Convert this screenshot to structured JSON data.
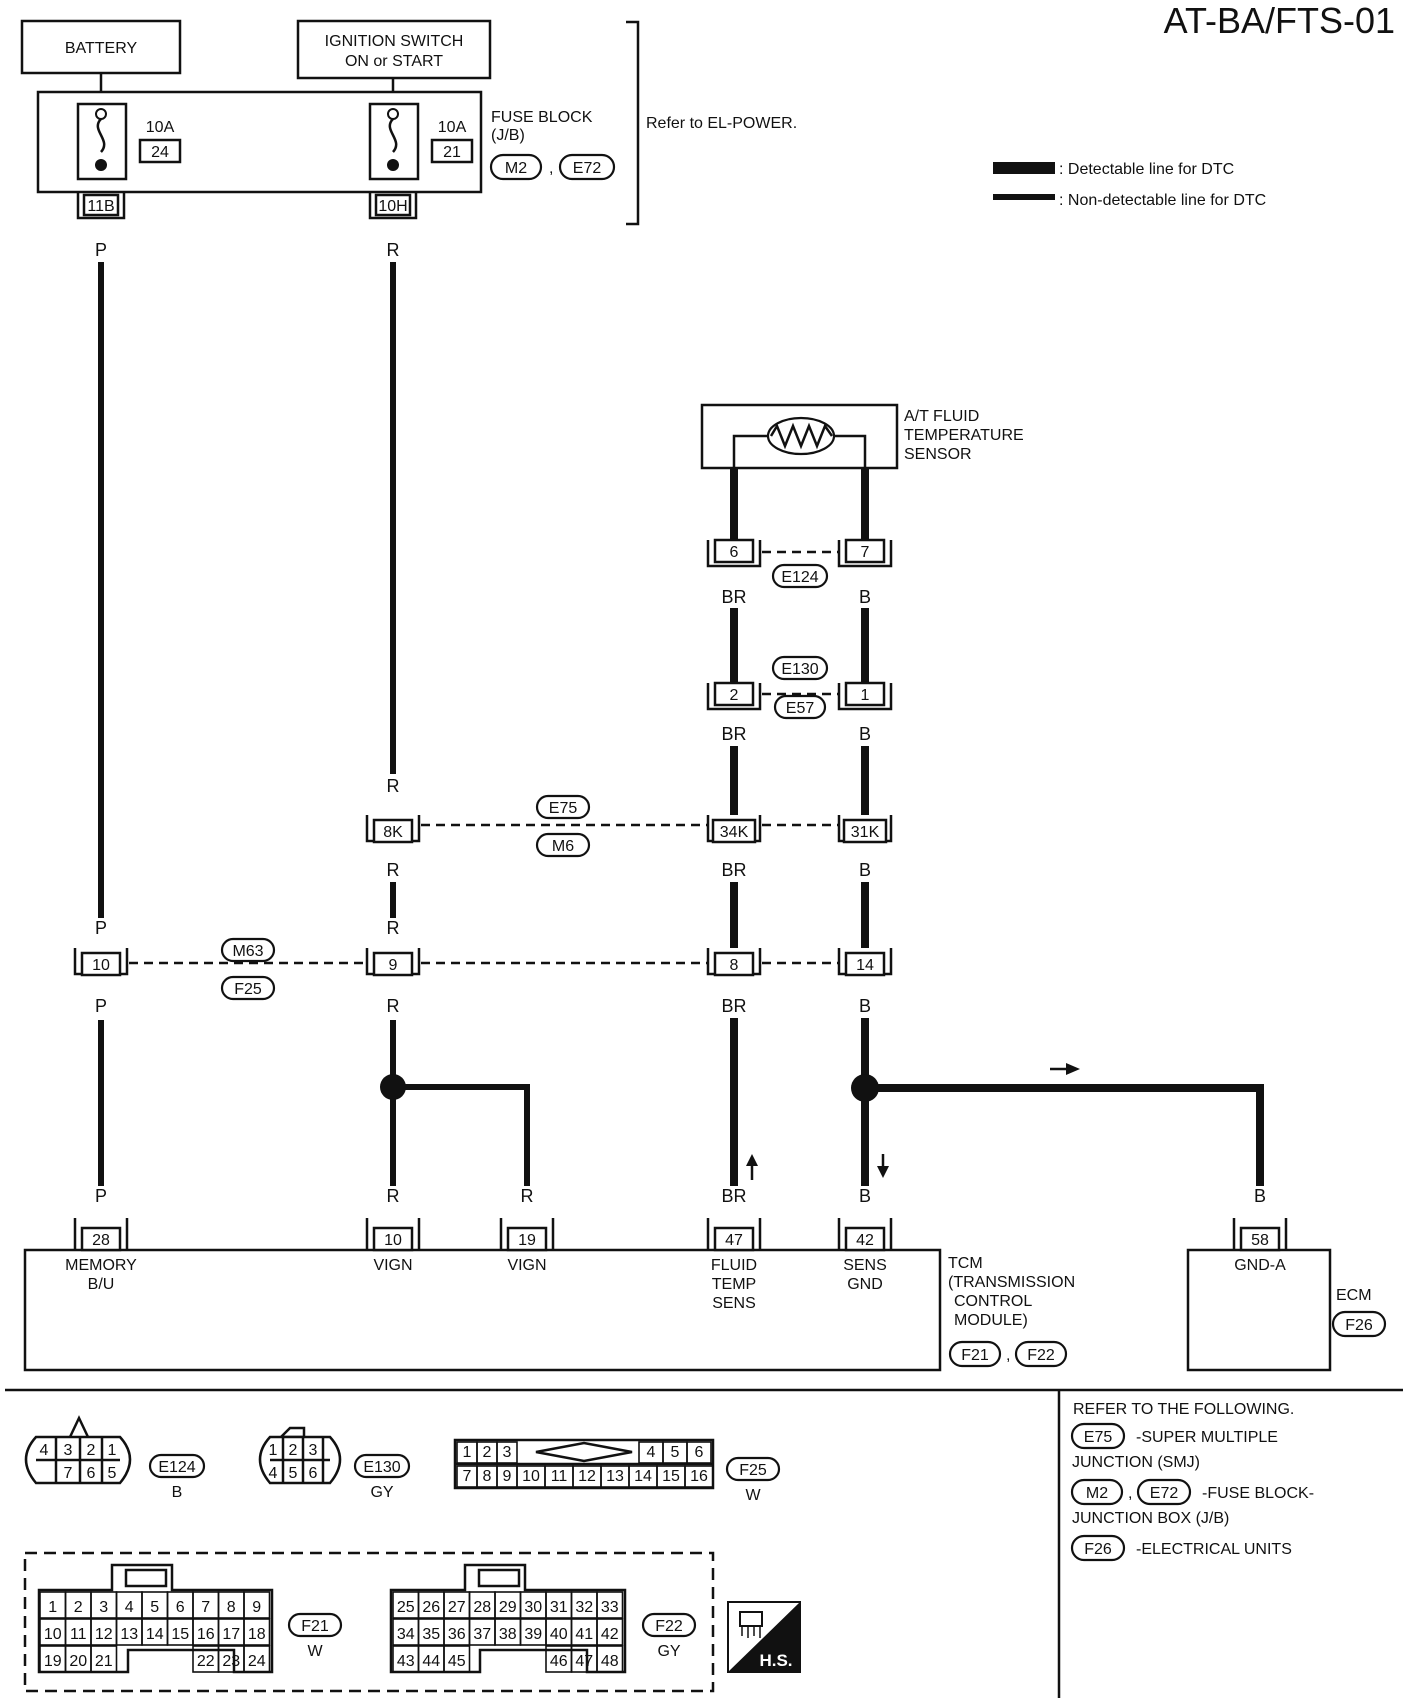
{
  "title": "AT-BA/FTS-01",
  "power": {
    "battery": "BATTERY",
    "ignition_line1": "IGNITION SWITCH",
    "ignition_line2": "ON or START",
    "fuse_block_line1": "FUSE BLOCK",
    "fuse_block_line2": "(J/B)",
    "refer_el_power": "Refer to EL-POWER.",
    "fuses": [
      {
        "amp": "10A",
        "num": "24",
        "terminal": "11B",
        "wire": "P"
      },
      {
        "amp": "10A",
        "num": "21",
        "terminal": "10H",
        "wire": "R"
      }
    ],
    "fuse_connectors": [
      "M2",
      "E72"
    ]
  },
  "legend": {
    "detectable": ": Detectable line for DTC",
    "non_detectable": ": Non-detectable line for DTC"
  },
  "sensor": {
    "line1": "A/T FLUID",
    "line2": "TEMPERATURE",
    "line3": "SENSOR"
  },
  "connectors": {
    "e124": {
      "id": "E124",
      "left": "6",
      "right": "7"
    },
    "e130": {
      "id": "E130",
      "id2": "E57",
      "left": "2",
      "right": "1"
    },
    "e75": {
      "id": "E75",
      "id2": "M6",
      "a": "8K",
      "b": "34K",
      "c": "31K"
    },
    "m63": {
      "id": "M63",
      "id2": "F25",
      "a": "10",
      "b": "9",
      "c": "8",
      "d": "14"
    }
  },
  "wires": {
    "p": "P",
    "r": "R",
    "br": "BR",
    "b": "B"
  },
  "tcm": {
    "pins": [
      {
        "num": "28",
        "l1": "MEMORY",
        "l2": "B/U",
        "l3": ""
      },
      {
        "num": "10",
        "l1": "VIGN",
        "l2": "",
        "l3": ""
      },
      {
        "num": "19",
        "l1": "VIGN",
        "l2": "",
        "l3": ""
      },
      {
        "num": "47",
        "l1": "FLUID",
        "l2": "TEMP",
        "l3": "SENS"
      },
      {
        "num": "42",
        "l1": "SENS",
        "l2": "GND",
        "l3": ""
      }
    ],
    "name1": "TCM",
    "name2": "(TRANSMISSION",
    "name3": "CONTROL",
    "name4": "MODULE)",
    "conn1": "F21",
    "conn2": "F22"
  },
  "ecm": {
    "pin": "58",
    "label": "GND-A",
    "name": "ECM",
    "conn": "F26"
  },
  "bottom": {
    "e124": {
      "id": "E124",
      "color": "B",
      "top": [
        "4",
        "3",
        "2",
        "1"
      ],
      "bot": [
        "7",
        "6",
        "5"
      ]
    },
    "e130": {
      "id": "E130",
      "color": "GY",
      "top": [
        "1",
        "2",
        "3"
      ],
      "bot": [
        "4",
        "5",
        "6"
      ]
    },
    "f25": {
      "id": "F25",
      "color": "W",
      "top_l": [
        "1",
        "2",
        "3"
      ],
      "top_r": [
        "4",
        "5",
        "6"
      ],
      "bot": [
        "7",
        "8",
        "9",
        "10",
        "11",
        "12",
        "13",
        "14",
        "15",
        "16"
      ]
    },
    "f21": {
      "id": "F21",
      "color": "W",
      "r1": [
        "1",
        "2",
        "3",
        "4",
        "5",
        "6",
        "7",
        "8",
        "9"
      ],
      "r2": [
        "10",
        "11",
        "12",
        "13",
        "14",
        "15",
        "16",
        "17",
        "18"
      ],
      "r3a": [
        "19",
        "20",
        "21"
      ],
      "r3b": [
        "22",
        "23",
        "24"
      ]
    },
    "f22": {
      "id": "F22",
      "color": "GY",
      "r1": [
        "25",
        "26",
        "27",
        "28",
        "29",
        "30",
        "31",
        "32",
        "33"
      ],
      "r2": [
        "34",
        "35",
        "36",
        "37",
        "38",
        "39",
        "40",
        "41",
        "42"
      ],
      "r3a": [
        "43",
        "44",
        "45"
      ],
      "r3b": [
        "46",
        "47",
        "48"
      ]
    },
    "hs": "H.S."
  },
  "refer": {
    "heading": "REFER TO THE FOLLOWING.",
    "e75_id": "E75",
    "e75_text1": "-SUPER MULTIPLE",
    "e75_text2": "JUNCTION (SMJ)",
    "m2_id": "M2",
    "e72_id": "E72",
    "fb_text1": "-FUSE BLOCK-",
    "fb_text2": "JUNCTION BOX (J/B)",
    "f26_id": "F26",
    "eu_text": "-ELECTRICAL UNITS"
  }
}
